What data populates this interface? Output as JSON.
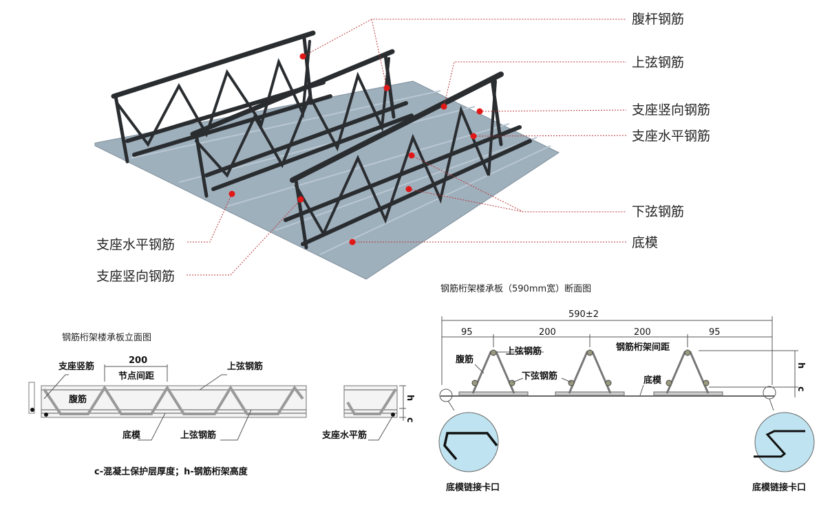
{
  "photo": {
    "labels_right": [
      "腹杆钢筋",
      "上弦钢筋",
      "支座竖向钢筋",
      "支座水平钢筋",
      "下弦钢筋",
      "底模"
    ],
    "labels_left": [
      "支座水平钢筋",
      "支座竖向钢筋"
    ],
    "dot_color": "#e01818",
    "deck_color": "#9fb0bd"
  },
  "elevation": {
    "title": "钢筋桁架楼承板立面图",
    "support_vertical": "支座竖筋",
    "node_spacing_value": "200",
    "node_spacing_label": "节点间距",
    "top_chord": "上弦钢筋",
    "web": "腹筋",
    "deck": "底模",
    "top_chord_2": "上弦钢筋",
    "support_horizontal": "支座水平筋",
    "h": "h",
    "c": "c",
    "note": "c-混凝土保护层厚度；h-钢筋桁架高度"
  },
  "section": {
    "title": "钢筋桁架楼承板（590mm宽）断面图",
    "total_width": "590±2",
    "dims": [
      "95",
      "200",
      "200",
      "95"
    ],
    "top_chord": "上弦钢筋",
    "web": "腹筋",
    "bottom_chord": "下弦钢筋",
    "truss_spacing": "钢筋桁架间距",
    "deck": "底模",
    "h": "h",
    "c": "c",
    "joint_left": "底模链接卡口",
    "joint_right": "底模链接卡口",
    "circle_color": "#bfe3f0"
  }
}
